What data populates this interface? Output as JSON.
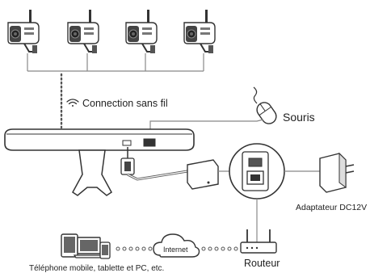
{
  "labels": {
    "wireless": "Connection sans fil",
    "mouse": "Souris",
    "adapter": "Adaptateur DC12V",
    "router": "Routeur",
    "internet": "Internet",
    "devices": "Téléphone mobile, tablette et PC, etc."
  },
  "icons": {
    "wifi": "wifi-icon",
    "camera": "camera-icon",
    "mouse": "mouse-icon",
    "router": "router-icon",
    "cloud": "cloud-icon"
  },
  "colors": {
    "stroke": "#333333",
    "line": "#888888",
    "dots": "#555555",
    "fill": "#ffffff",
    "fill_dark": "#444444"
  }
}
